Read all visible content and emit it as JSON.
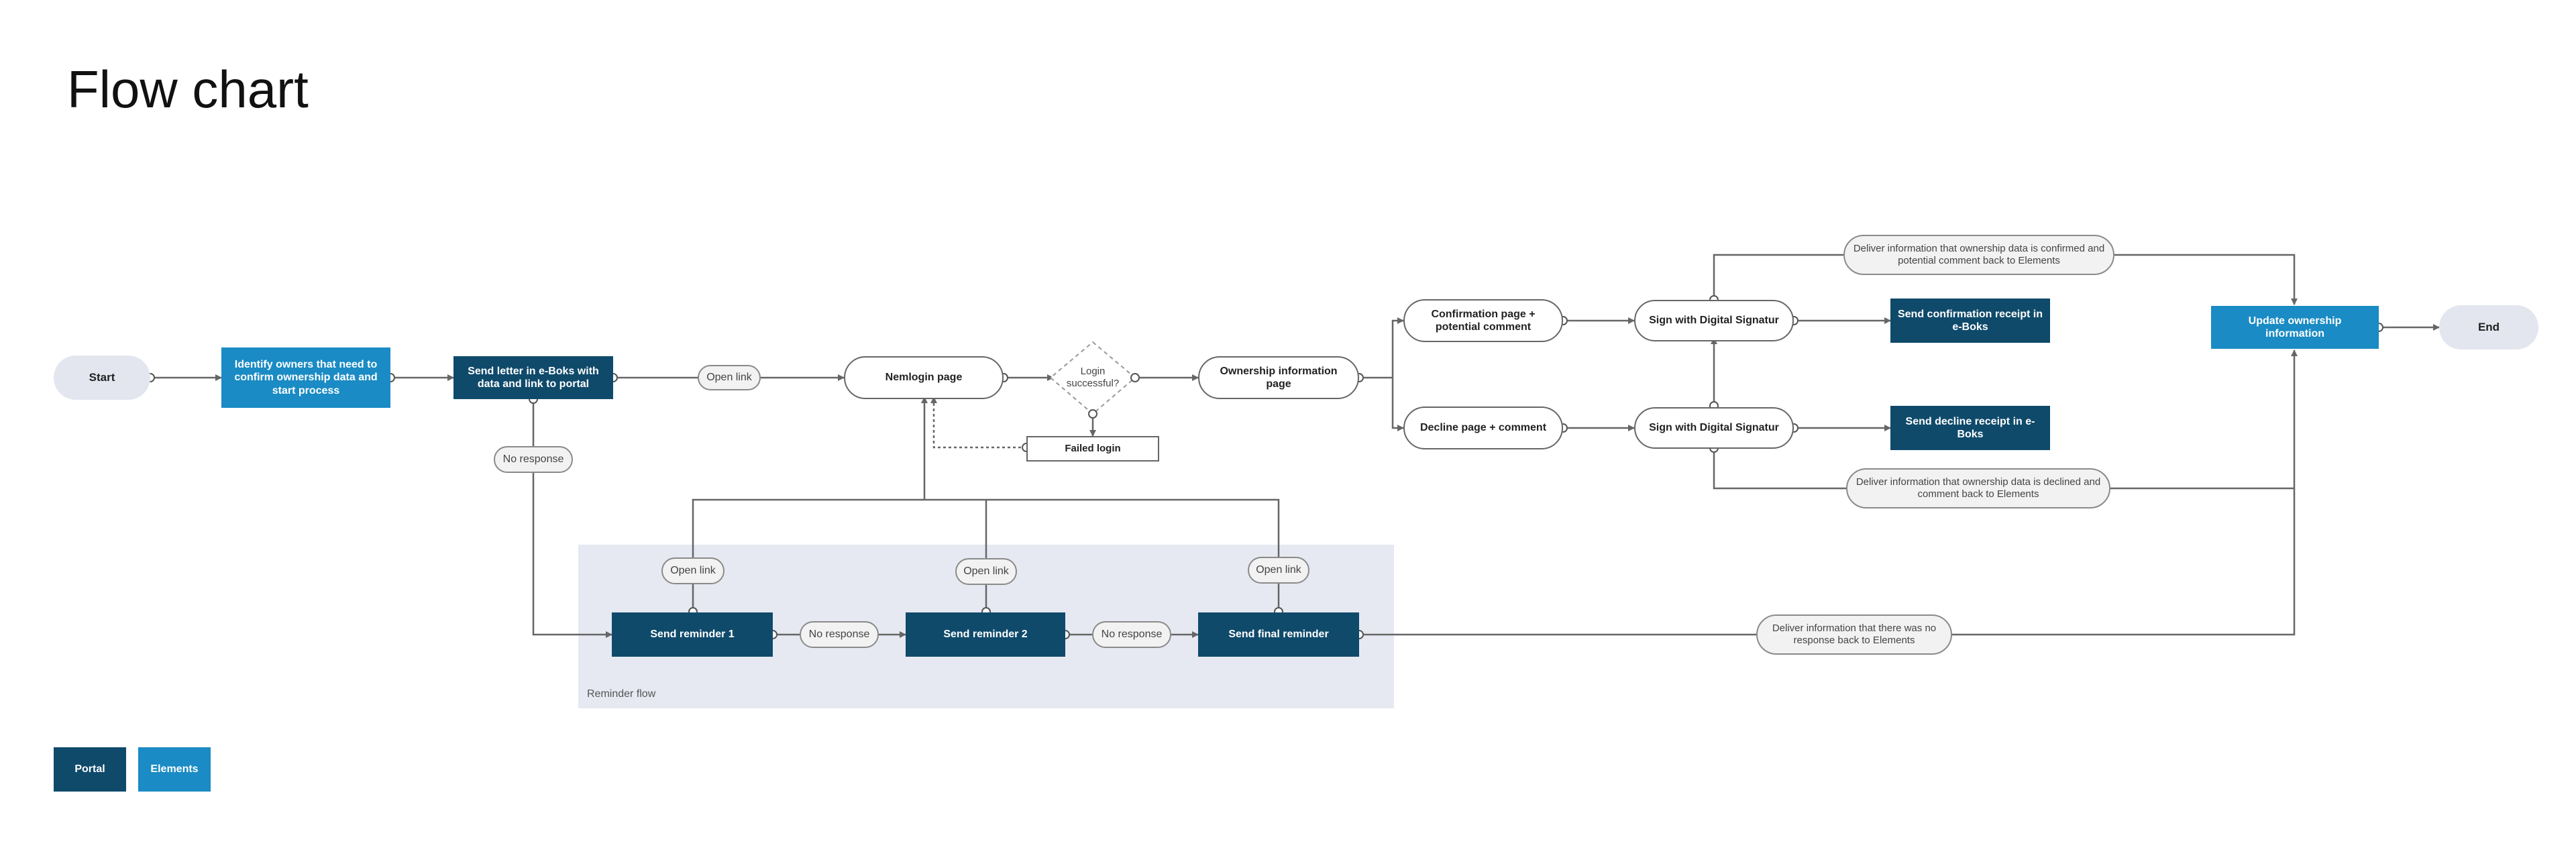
{
  "title": "Flow chart",
  "nodes": {
    "start": "Start",
    "identify": "Identify owners that need to confirm ownership data and start process",
    "send_letter": "Send letter in e-Boks with data and link to portal",
    "nemlogin": "Nemlogin page",
    "login_q": "Login successful?",
    "failed_login": "Failed login",
    "ownership_info": "Ownership information page",
    "confirmation_page": "Confirmation page + potential comment",
    "decline_page": "Decline page + comment",
    "sign_top": "Sign with Digital Signatur",
    "sign_bottom": "Sign with Digital Signatur",
    "send_confirmation": "Send confirmation receipt in e-Boks",
    "send_decline": "Send decline receipt in e-Boks",
    "update_ownership": "Update ownership information",
    "end": "End",
    "reminder1": "Send reminder 1",
    "reminder2": "Send reminder 2",
    "final_reminder": "Send final reminder"
  },
  "edge_labels": {
    "open_link_main": "Open link",
    "no_response_main": "No response",
    "open_link_r1": "Open link",
    "open_link_r2": "Open link",
    "open_link_final": "Open link",
    "no_response_r1": "No response",
    "no_response_r2": "No response",
    "deliver_confirmed": "Deliver information that ownership data is confirmed and potential comment back to Elements",
    "deliver_declined": "Deliver information that ownership data is declined and comment back to Elements",
    "deliver_no_response": "Deliver information that there was no response back to Elements"
  },
  "group": {
    "reminder_flow": "Reminder flow"
  },
  "legend": {
    "portal": "Portal",
    "elements": "Elements"
  },
  "colors": {
    "portal": "#0f4a6b",
    "elements": "#1a8bc4",
    "terminal": "#e3e6ef",
    "reminder_group": "#e6e9f2",
    "line": "#666666"
  }
}
